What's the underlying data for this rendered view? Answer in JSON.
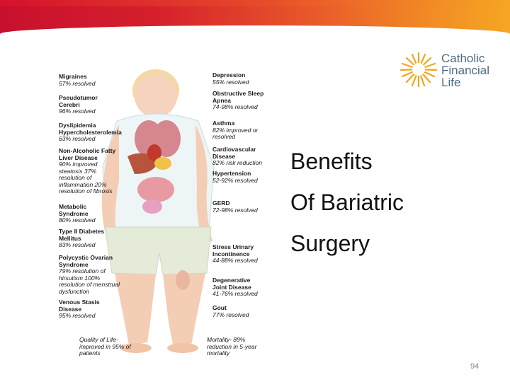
{
  "brand": {
    "line1": "Catholic",
    "line2": "Financial Life"
  },
  "title": {
    "line1": "Benefits",
    "line2": "Of Bariatric",
    "line3": "Surgery"
  },
  "page_number": "94",
  "annotations_left": [
    {
      "title": "Migraines",
      "detail": "57% resolved"
    },
    {
      "title": "Pseudotumor Cerebri",
      "detail": "96% resolved"
    },
    {
      "title": "Dyslipidemia Hypercholesterolemia",
      "detail": "63% resolved"
    },
    {
      "title": "Non-Alcoholic Fatty Liver Disease",
      "detail": "90% improved steatosis 37% resolution of inflammation 20% resolution of fibrosis"
    },
    {
      "title": "Metabolic Syndrome",
      "detail": "80% resolved"
    },
    {
      "title": "Type II Diabetes Mellitus",
      "detail": "83% resolved"
    },
    {
      "title": "Polycystic Ovarian Syndrome",
      "detail": "79% resolution of hirsutism 100% resolution of menstrual dysfunction"
    },
    {
      "title": "Venous Stasis Disease",
      "detail": "95% resolved"
    },
    {
      "title": "Quality of Life- improved in 95% of patients",
      "detail": ""
    }
  ],
  "annotations_right": [
    {
      "title": "Depression",
      "detail": "55% resolved"
    },
    {
      "title": "Obstructive Sleep Apnea",
      "detail": "74-98% resolved"
    },
    {
      "title": "Asthma",
      "detail": "82% improved or resolved"
    },
    {
      "title": "Cardiovascular Disease",
      "detail": "82% risk reduction"
    },
    {
      "title": "Hypertension",
      "detail": "52-92% resolved"
    },
    {
      "title": "GERD",
      "detail": "72-98% resolved"
    },
    {
      "title": "Stress Urinary Incontinence",
      "detail": "44-88% resolved"
    },
    {
      "title": "Degenerative Joint Disease",
      "detail": "41-76% resolved"
    },
    {
      "title": "Gout",
      "detail": "77% resolved"
    },
    {
      "title": "Mortality- 89% reduction in 5-year mortality",
      "detail": ""
    }
  ],
  "colors": {
    "band_start": "#c8102e",
    "band_end": "#f6a623",
    "logo_text": "#4f6b84",
    "sun": "#f2a51c"
  },
  "icons": [
    "sun-logo-icon",
    "body-illustration"
  ]
}
